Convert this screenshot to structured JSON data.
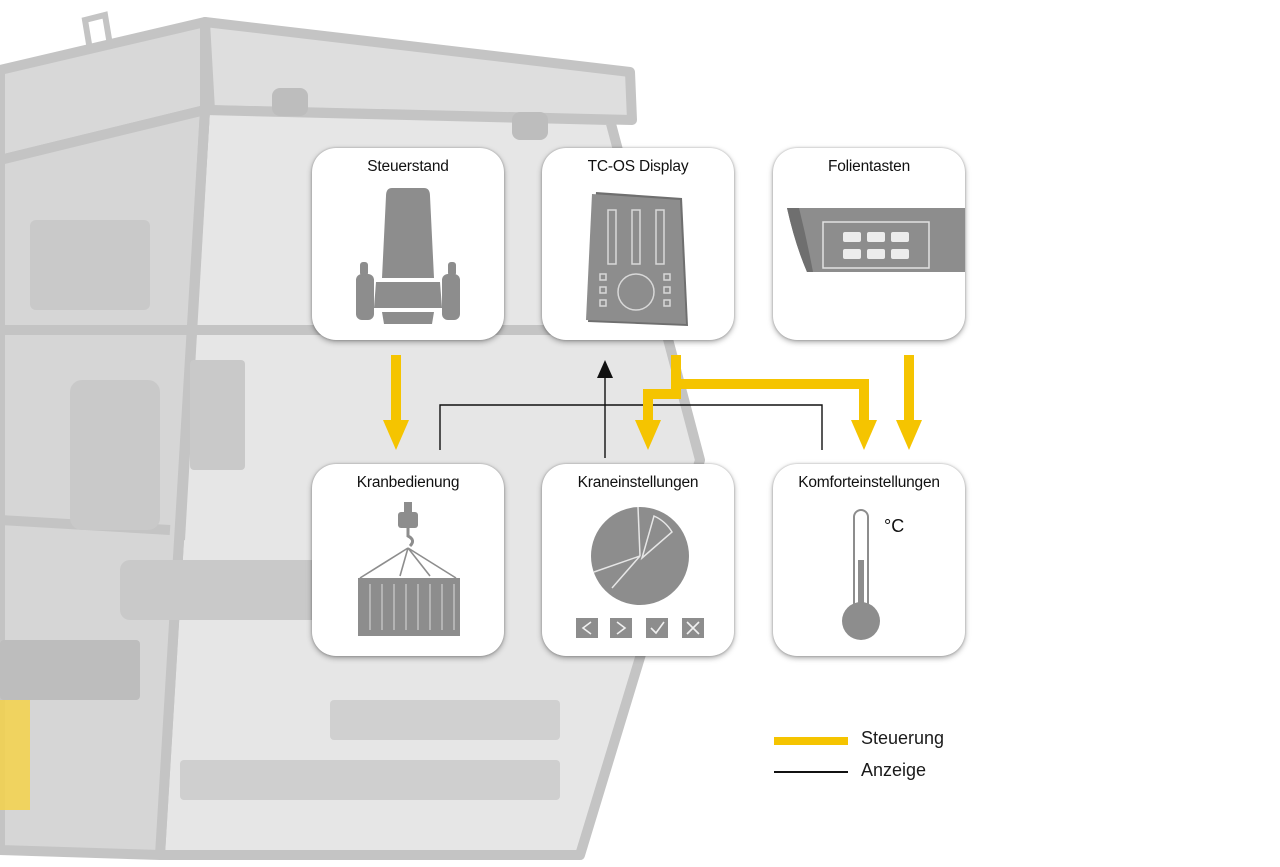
{
  "colors": {
    "control": "#f5c400",
    "display": "#111111",
    "icon_gray": "#8d8d8d",
    "cabin_gray": "#c9c9c9"
  },
  "modules": {
    "steuerstand": {
      "title": "Steuerstand",
      "icon": "operator-seat-icon"
    },
    "tcos_display": {
      "title": "TC-OS Display",
      "icon": "display-panel-icon"
    },
    "folientasten": {
      "title": "Folientasten",
      "icon": "membrane-keypad-icon"
    },
    "kranbedienung": {
      "title": "Kranbedienung",
      "icon": "crane-hook-container-icon"
    },
    "kraneinstellungen": {
      "title": "Kraneinstellungen",
      "icon": "pie-chart-settings-icon"
    },
    "komforteinstellungen": {
      "title": "Komforteinstellungen",
      "icon": "thermometer-icon",
      "unit": "°C"
    }
  },
  "connections": [
    {
      "from": "Steuerstand",
      "to": "Kranbedienung",
      "type": "Steuerung"
    },
    {
      "from": "TC-OS Display",
      "to": "Kraneinstellungen",
      "type": "Steuerung"
    },
    {
      "from": "TC-OS Display",
      "to": "Komforteinstellungen",
      "type": "Steuerung"
    },
    {
      "from": "Folientasten",
      "to": "Komforteinstellungen",
      "type": "Steuerung"
    },
    {
      "from": "Kranbedienung",
      "to": "TC-OS Display",
      "type": "Anzeige"
    },
    {
      "from": "Komforteinstellungen",
      "to": "TC-OS Display",
      "type": "Anzeige"
    }
  ],
  "legend": {
    "control_label": "Steuerung",
    "display_label": "Anzeige"
  }
}
